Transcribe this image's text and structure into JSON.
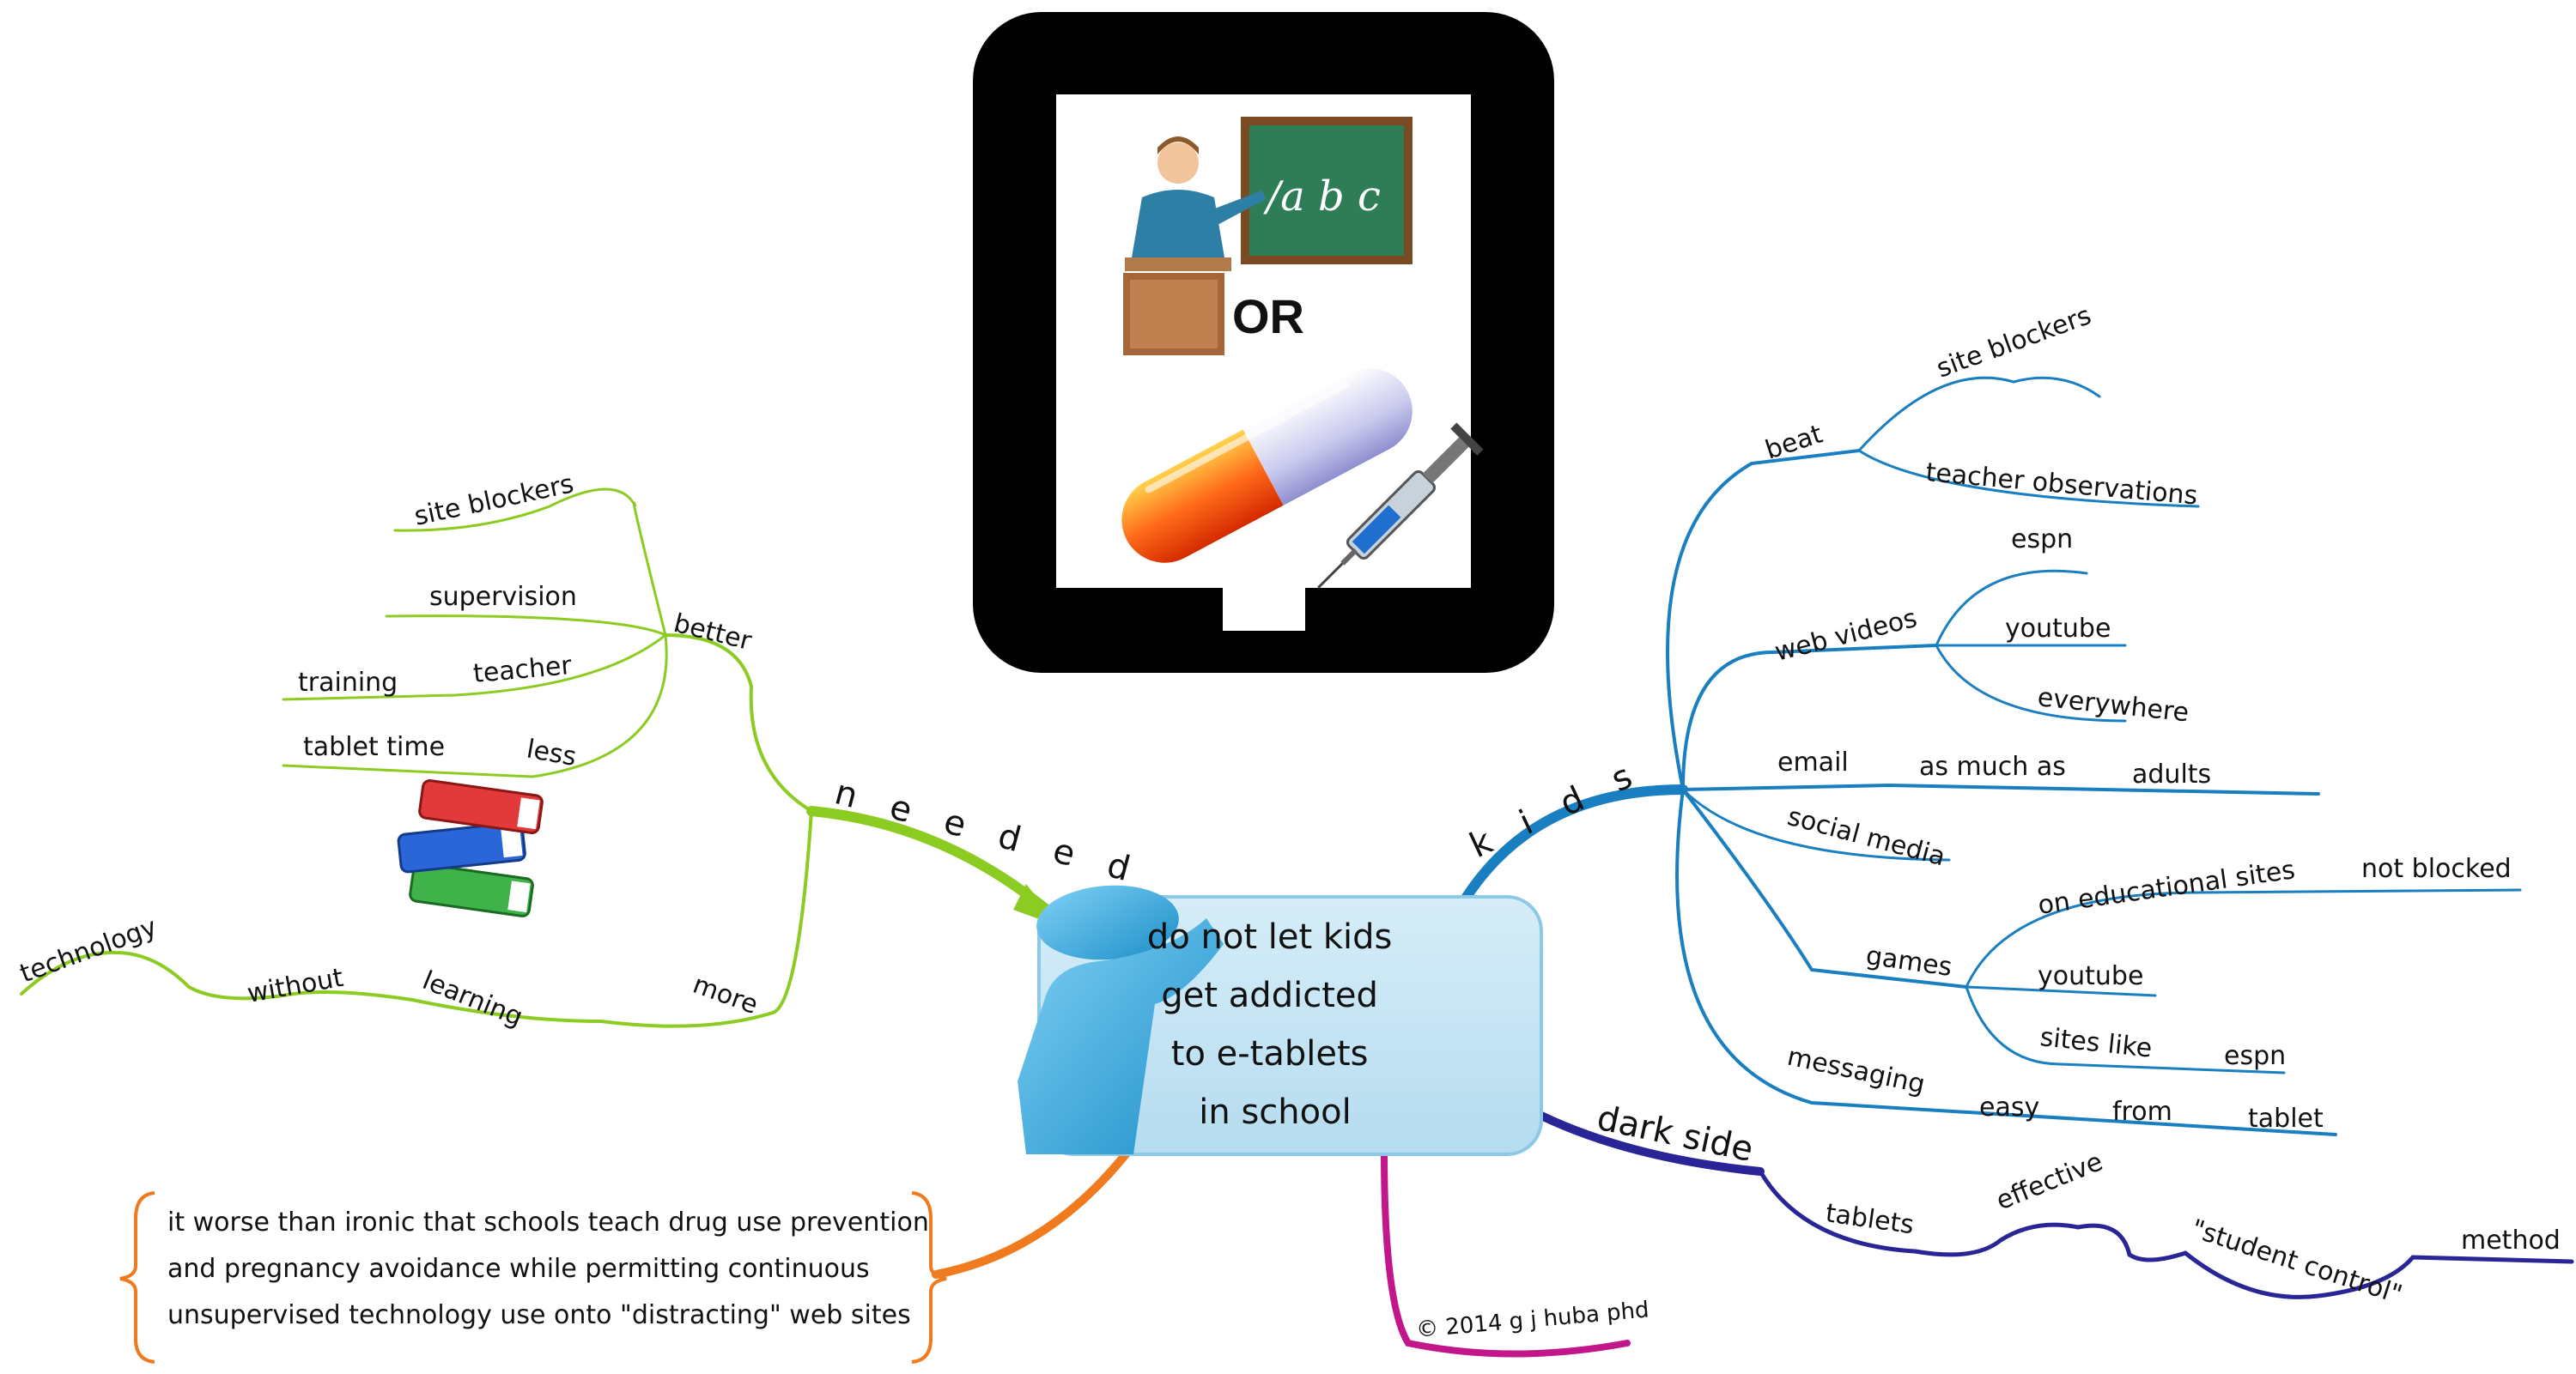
{
  "center": {
    "lines": [
      "do not let kids",
      "get addicted",
      "to e-tablets",
      "in school"
    ]
  },
  "image_panel": {
    "or_label": "OR",
    "chalkboard_text": "/a b c"
  },
  "branches": {
    "kids": {
      "label": "k i d s",
      "color": "#1a7fc0",
      "beat": {
        "label": "beat",
        "children": [
          "site blockers",
          "teacher observations"
        ]
      },
      "web_videos": {
        "label": "web videos",
        "children": [
          "espn",
          "youtube",
          "everywhere"
        ]
      },
      "email": {
        "label": "email",
        "chain": [
          "as much as",
          "adults"
        ]
      },
      "social_media": {
        "label": "social media"
      },
      "games": {
        "label": "games",
        "on_educational_sites": "on educational sites",
        "not_blocked": "not blocked",
        "youtube": "youtube",
        "sites_like": "sites like",
        "espn": "espn"
      },
      "messaging": {
        "label": "messaging",
        "chain": [
          "easy",
          "from",
          "tablet"
        ]
      }
    },
    "needed": {
      "label": "n e e d e d",
      "color": "#8ccc22",
      "better": {
        "label": "better",
        "site_blockers": "site blockers",
        "supervision": "supervision",
        "teacher": "teacher",
        "training": "training",
        "less": "less",
        "tablet_time": "tablet time"
      },
      "more": {
        "label": "more",
        "chain": [
          "learning",
          "without",
          "technology"
        ]
      }
    },
    "dark_side": {
      "label": "dark side",
      "color": "#2a2596",
      "chain": [
        "tablets",
        "effective",
        "\"student control\"",
        "method"
      ]
    },
    "copyright": {
      "label": "© 2014 g j huba phd",
      "color": "#c2168a"
    },
    "note": {
      "color": "#f07b1e",
      "lines": [
        "it worse than ironic that schools teach drug use prevention",
        "and pregnancy avoidance while permitting continuous",
        "unsupervised technology use onto \"distracting\" web sites"
      ]
    }
  }
}
